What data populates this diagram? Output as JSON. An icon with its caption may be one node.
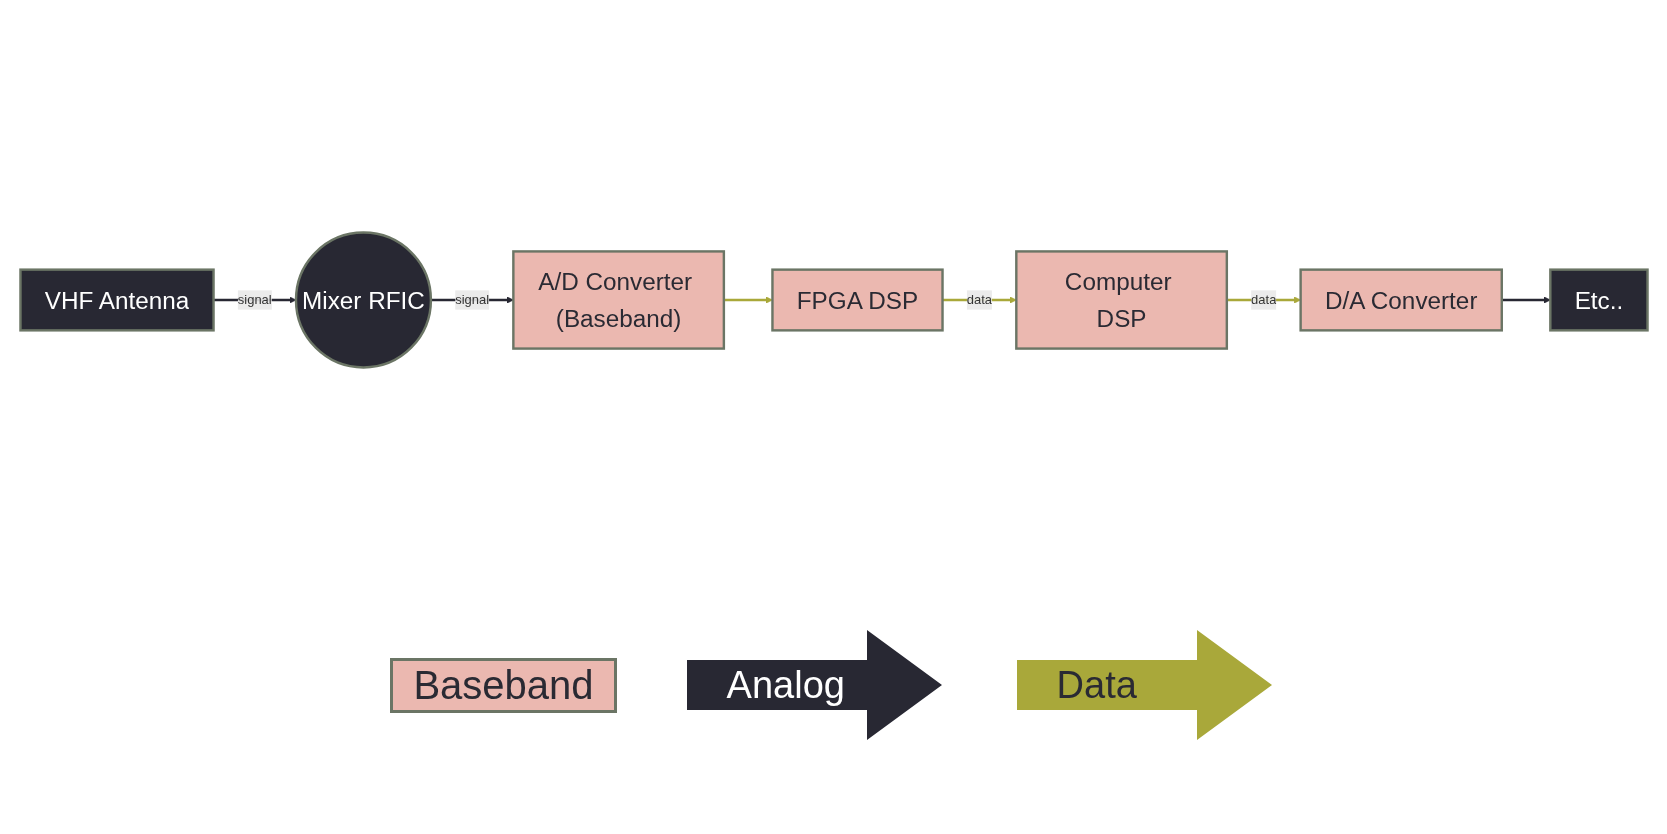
{
  "diagram": {
    "nodes": [
      {
        "text": [
          "VHF Antenna"
        ]
      },
      {
        "text": [
          "Mixer RFIC"
        ]
      },
      {
        "text": [
          "A/D Converter (Baseband)"
        ]
      },
      {
        "text": [
          "FPGA DSP"
        ]
      },
      {
        "text": [
          "Computer DSP"
        ]
      },
      {
        "text": [
          "D/A Converter"
        ]
      },
      {
        "text": [
          "Etc.."
        ]
      }
    ],
    "edges": [
      {
        "from": 0,
        "to": 1,
        "arrow": "to",
        "label": "signal"
      },
      {
        "from": 1,
        "to": 2,
        "arrow": "to",
        "label": "signal"
      },
      {
        "from": 2,
        "to": 3,
        "arrow": "to",
        "color": "#a9a83a"
      },
      {
        "from": 3,
        "to": 4,
        "arrow": "to",
        "label": "data",
        "color": "#a9a83a"
      },
      {
        "from": 4,
        "to": 5,
        "arrow": "to",
        "label": "data",
        "color": "#a9a83a"
      },
      {
        "from": 5,
        "to": 6,
        "arrow": "to"
      }
    ],
    "legend": [
      {
        "text": "Baseband",
        "color": "#ebb8b0"
      },
      {
        "text": "Analog"
      },
      {
        "text": "Data"
      }
    ]
  }
}
